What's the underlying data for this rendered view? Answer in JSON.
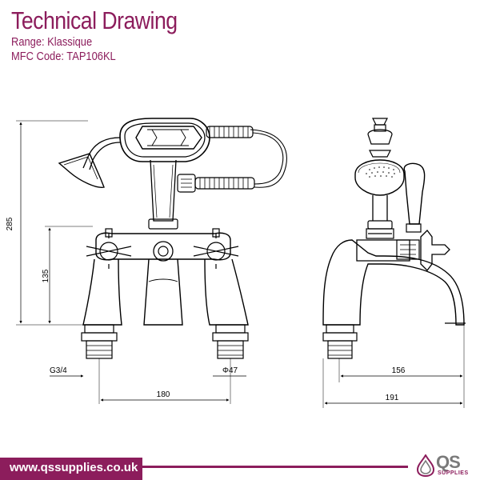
{
  "header": {
    "title": "Technical Drawing",
    "range": "Range: Klassique",
    "code": "MFC Code: TAP106KL"
  },
  "dimensions": {
    "overall_height": "285",
    "body_height": "135",
    "thread": "G3/4",
    "pipe_diameter": "Φ47",
    "centres": "180",
    "spout_reach": "156",
    "total_depth": "191"
  },
  "footer": {
    "url": "www.qssupplies.co.uk",
    "logo_text": "QS",
    "logo_sub": "SUPPLIES"
  },
  "colors": {
    "brand": "#8c1d5c",
    "logo_grey": "#7a7a7a"
  }
}
